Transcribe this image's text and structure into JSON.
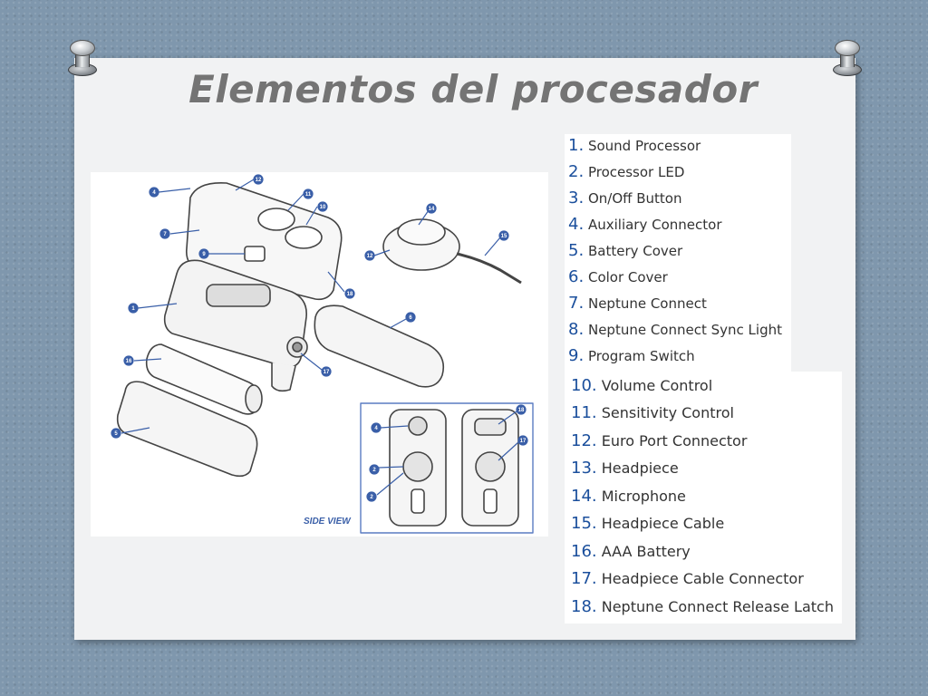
{
  "title": "Elementos del procesador",
  "diagram": {
    "side_view_label": "SIDE VIEW",
    "callouts": [
      "1",
      "2",
      "3",
      "4",
      "5",
      "6",
      "7",
      "8",
      "9",
      "10",
      "11",
      "12",
      "13",
      "14",
      "15",
      "16",
      "17",
      "18"
    ]
  },
  "legend": {
    "column_a": [
      {
        "num": "1.",
        "label": "Sound Processor"
      },
      {
        "num": "2.",
        "label": "Processor LED"
      },
      {
        "num": "3.",
        "label": "On/Off Button"
      },
      {
        "num": "4.",
        "label": "Auxiliary Connector"
      },
      {
        "num": "5.",
        "label": "Battery Cover"
      },
      {
        "num": "6.",
        "label": "Color Cover"
      },
      {
        "num": "7.",
        "label": "Neptune Connect"
      },
      {
        "num": "8.",
        "label": "Neptune Connect Sync Light"
      },
      {
        "num": "9.",
        "label": "Program Switch"
      }
    ],
    "column_b": [
      {
        "num": "10.",
        "label": "Volume Control"
      },
      {
        "num": "11.",
        "label": "Sensitivity Control"
      },
      {
        "num": "12.",
        "label": "Euro Port Connector"
      },
      {
        "num": "13.",
        "label": "Headpiece"
      },
      {
        "num": "14.",
        "label": "Microphone"
      },
      {
        "num": "15.",
        "label": "Headpiece Cable"
      },
      {
        "num": "16.",
        "label": "AAA Battery"
      },
      {
        "num": "17.",
        "label": "Headpiece Cable Connector"
      },
      {
        "num": "18.",
        "label": "Neptune Connect Release Latch"
      }
    ]
  },
  "colors": {
    "background": "#7f97ad",
    "slide": "#f1f2f3",
    "title": "#747474",
    "number_accent": "#1b4f9c",
    "callout_line": "#3a5fa8"
  }
}
